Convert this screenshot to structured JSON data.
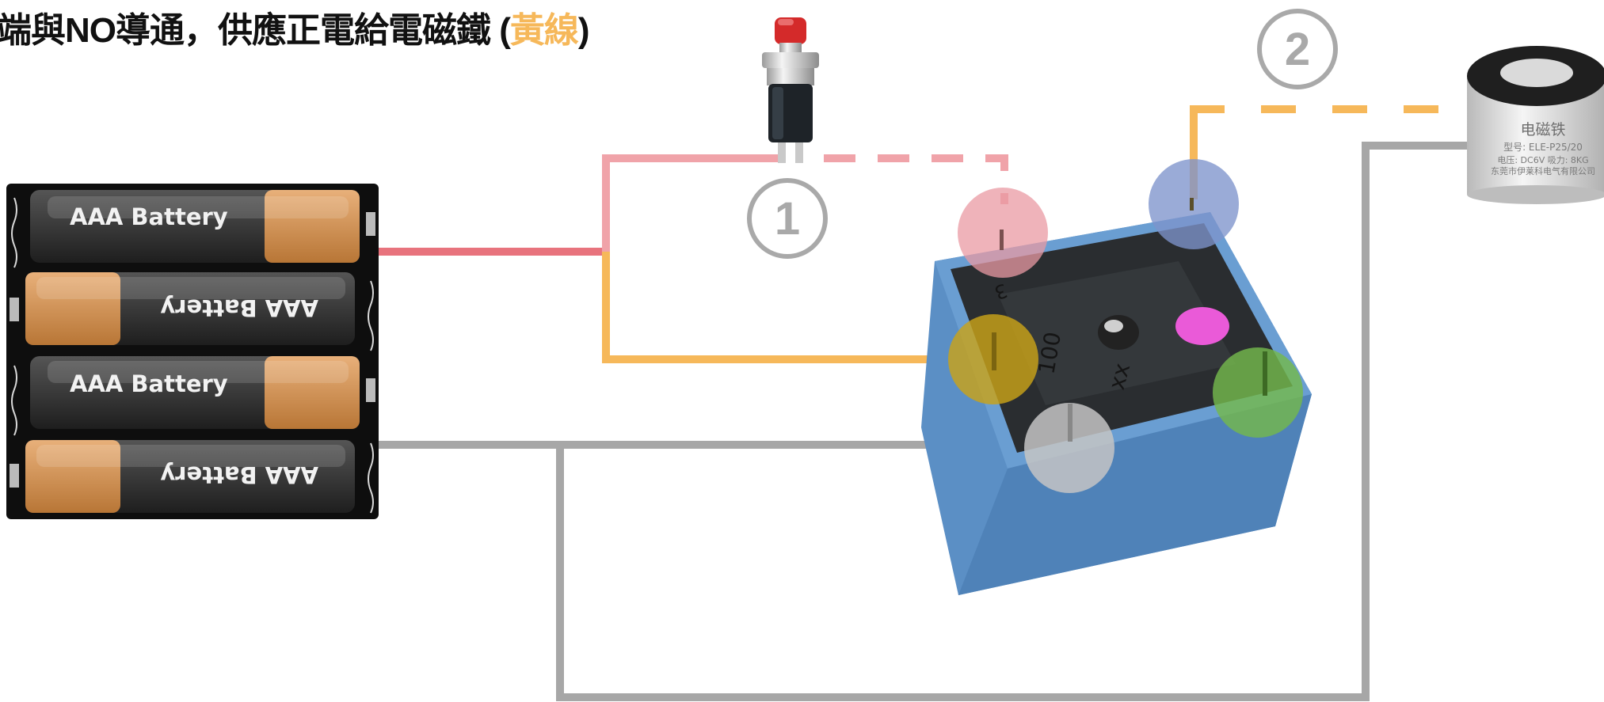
{
  "title": {
    "prefix": "端與NO導通，供應正電給電磁鐵 (",
    "accent": "黃線",
    "suffix": ")"
  },
  "battery_labels": [
    "AAA Battery",
    "AAA Battery",
    "AAA Battery",
    "AAA Battery"
  ],
  "badges": {
    "one": "1",
    "two": "2"
  },
  "magnet": {
    "name": "电磁铁",
    "model": "型号: ELE-P25/20",
    "spec": "电压: DC6V 吸力: 8KG",
    "maker": "东莞市伊莱科电气有限公司"
  },
  "relay_markings": [
    "3",
    "100",
    "xx"
  ],
  "colors": {
    "wire_red": "#e8737d",
    "wire_pink": "#f0a3a9",
    "wire_yellow": "#f6b85a",
    "wire_gray": "#a7a7a7",
    "relay_blue": "#5b8fc5",
    "pin_pink": "#e99aa3",
    "pin_blue": "#7d93cc",
    "pin_yellow": "#c9a218",
    "pin_green": "#74b84d",
    "pin_gray": "#c4c4c4",
    "led_magenta": "#ea5ad8"
  },
  "icons": [
    "battery-holder-icon",
    "push-button-icon",
    "relay-icon",
    "electromagnet-icon"
  ]
}
